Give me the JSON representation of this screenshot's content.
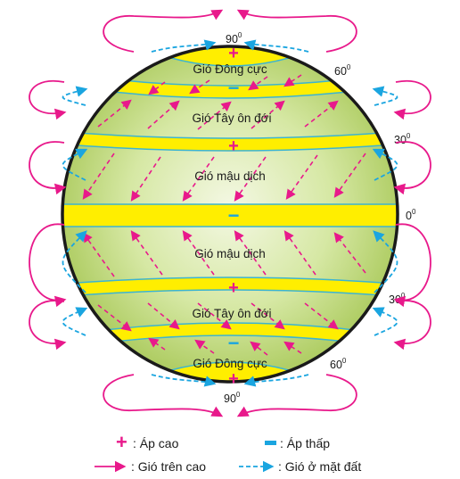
{
  "colors": {
    "high_pressure": "#e8198b",
    "low_pressure": "#1aa5e0",
    "upper_wind": "#e8198b",
    "surface_wind": "#1aa5e0",
    "belt_fill": "#ffee00",
    "belt_edge": "#3cb4d0",
    "globe_center": "#f4f8e4",
    "globe_edge": "#a8c858",
    "outline": "#1a1a1a"
  },
  "globe": {
    "zones": [
      {
        "id": "north-polar-easterlies",
        "label": "Gió Đông cực"
      },
      {
        "id": "north-westerlies",
        "label": "Gió Tây ôn đới"
      },
      {
        "id": "north-trade-winds",
        "label": "Gió mậu dịch"
      },
      {
        "id": "south-trade-winds",
        "label": "Gió mậu dịch"
      },
      {
        "id": "south-westerlies",
        "label": "Gió Tây ôn đới"
      },
      {
        "id": "south-polar-easterlies",
        "label": "Gió Đông cực"
      }
    ],
    "latitudes": {
      "north_pole": {
        "value": "90",
        "unit": "0"
      },
      "north_60": {
        "value": "60",
        "unit": "0"
      },
      "north_30": {
        "value": "30",
        "unit": "0"
      },
      "equator": {
        "value": "0",
        "unit": "0"
      },
      "south_30": {
        "value": "30",
        "unit": "0"
      },
      "south_60": {
        "value": "60",
        "unit": "0"
      },
      "south_pole": {
        "value": "90",
        "unit": "0"
      }
    },
    "pressure_signs": {
      "high": "+",
      "low": "−"
    }
  },
  "legend": {
    "high_pressure": {
      "symbol": "+",
      "label": ": Áp cao"
    },
    "low_pressure": {
      "symbol": "−",
      "label": ": Áp thấp"
    },
    "upper_wind": {
      "label": ": Gió trên cao"
    },
    "surface_wind": {
      "label": ": Gió ở mặt đất"
    }
  }
}
